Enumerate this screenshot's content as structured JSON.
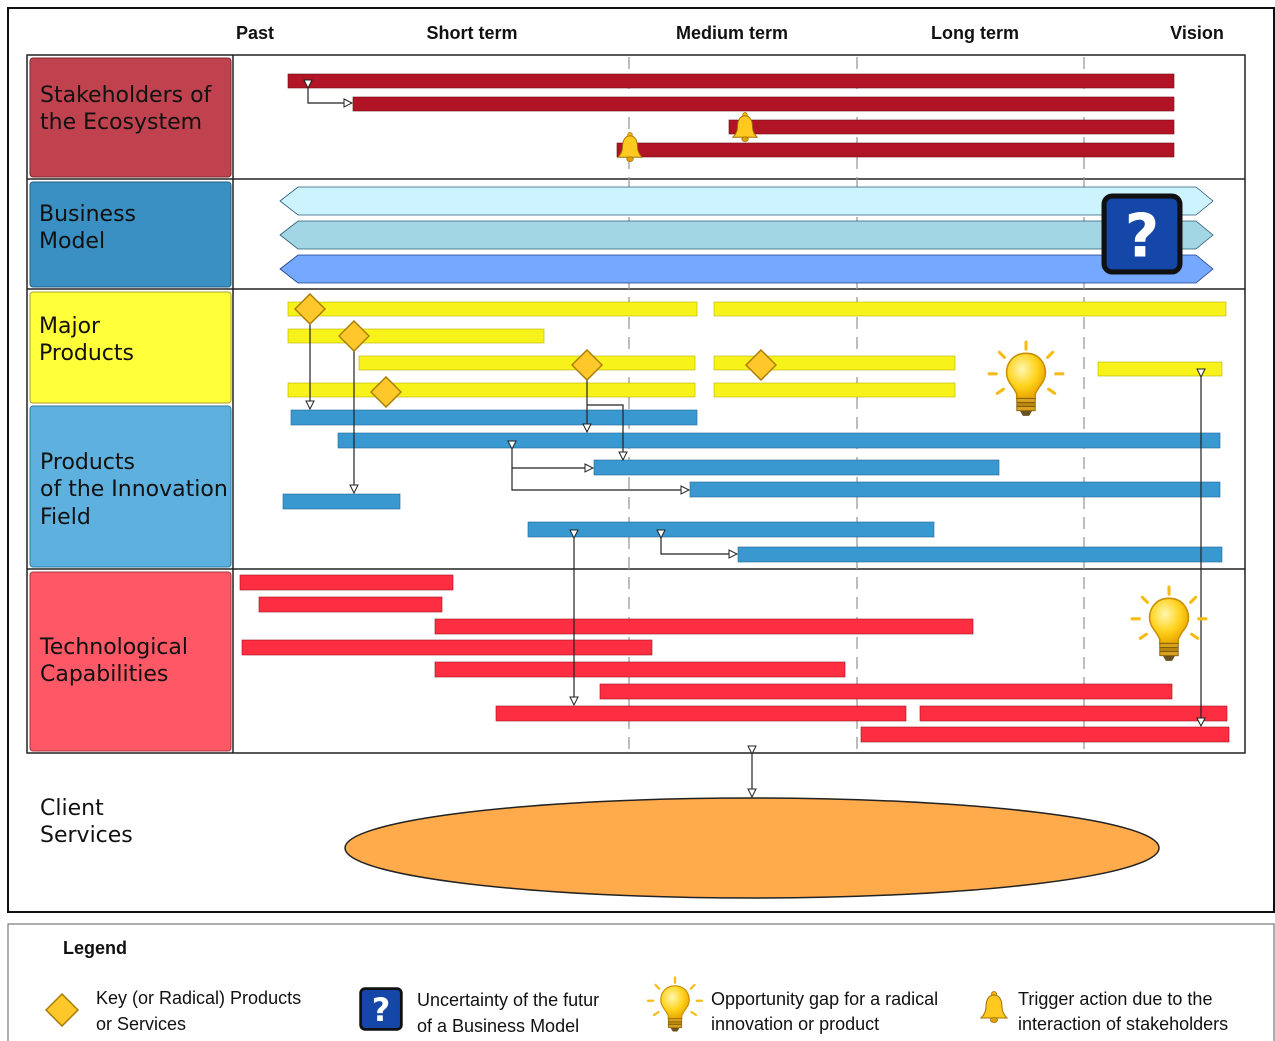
{
  "columns": [
    "Past",
    "Short term",
    "Medium term",
    "Long term",
    "Vision"
  ],
  "lanes": {
    "stakeholders": [
      "Stakeholders of",
      "the Ecosystem"
    ],
    "business_model": [
      "Business",
      "Model"
    ],
    "major_products": [
      "Major",
      "Products"
    ],
    "innovation_products": [
      "Products",
      "of the Innovation",
      "Field"
    ],
    "tech_capabilities": [
      "Technological",
      "Capabilities"
    ],
    "client_services": [
      "Client",
      "Services"
    ]
  },
  "legend": {
    "title": "Legend",
    "items": [
      {
        "icon": "diamond-icon",
        "lines": [
          "Key (or Radical)  Products",
          "or Services"
        ]
      },
      {
        "icon": "question-box-icon",
        "lines": [
          "Uncertainty of the futur",
          "of a Business Model"
        ]
      },
      {
        "icon": "lightbulb-icon",
        "lines": [
          "Opportunity gap for a radical",
          "innovation or product"
        ]
      },
      {
        "icon": "bell-icon",
        "lines": [
          "Trigger action due to the",
          "interaction of stakeholders"
        ]
      }
    ]
  },
  "colors": {
    "stakeholder_lane": "#c0424f",
    "stakeholder_bar": "#b01425",
    "business_lane": "#3a8fc3",
    "bm_band_1": "#cdf3ff",
    "bm_band_2": "#a3d6e4",
    "bm_band_3": "#74a9ff",
    "product_lane": "#ffff3a",
    "product_bar": "#f7f21a",
    "innovation_lane": "#5eb1de",
    "innovation_bar": "#3a98d0",
    "tech_lane": "#fe5866",
    "tech_bar": "#fe2e42",
    "client_ellipse": "#ffab4c",
    "diamond": "#ffc82a",
    "question_box": "#1547a8"
  }
}
